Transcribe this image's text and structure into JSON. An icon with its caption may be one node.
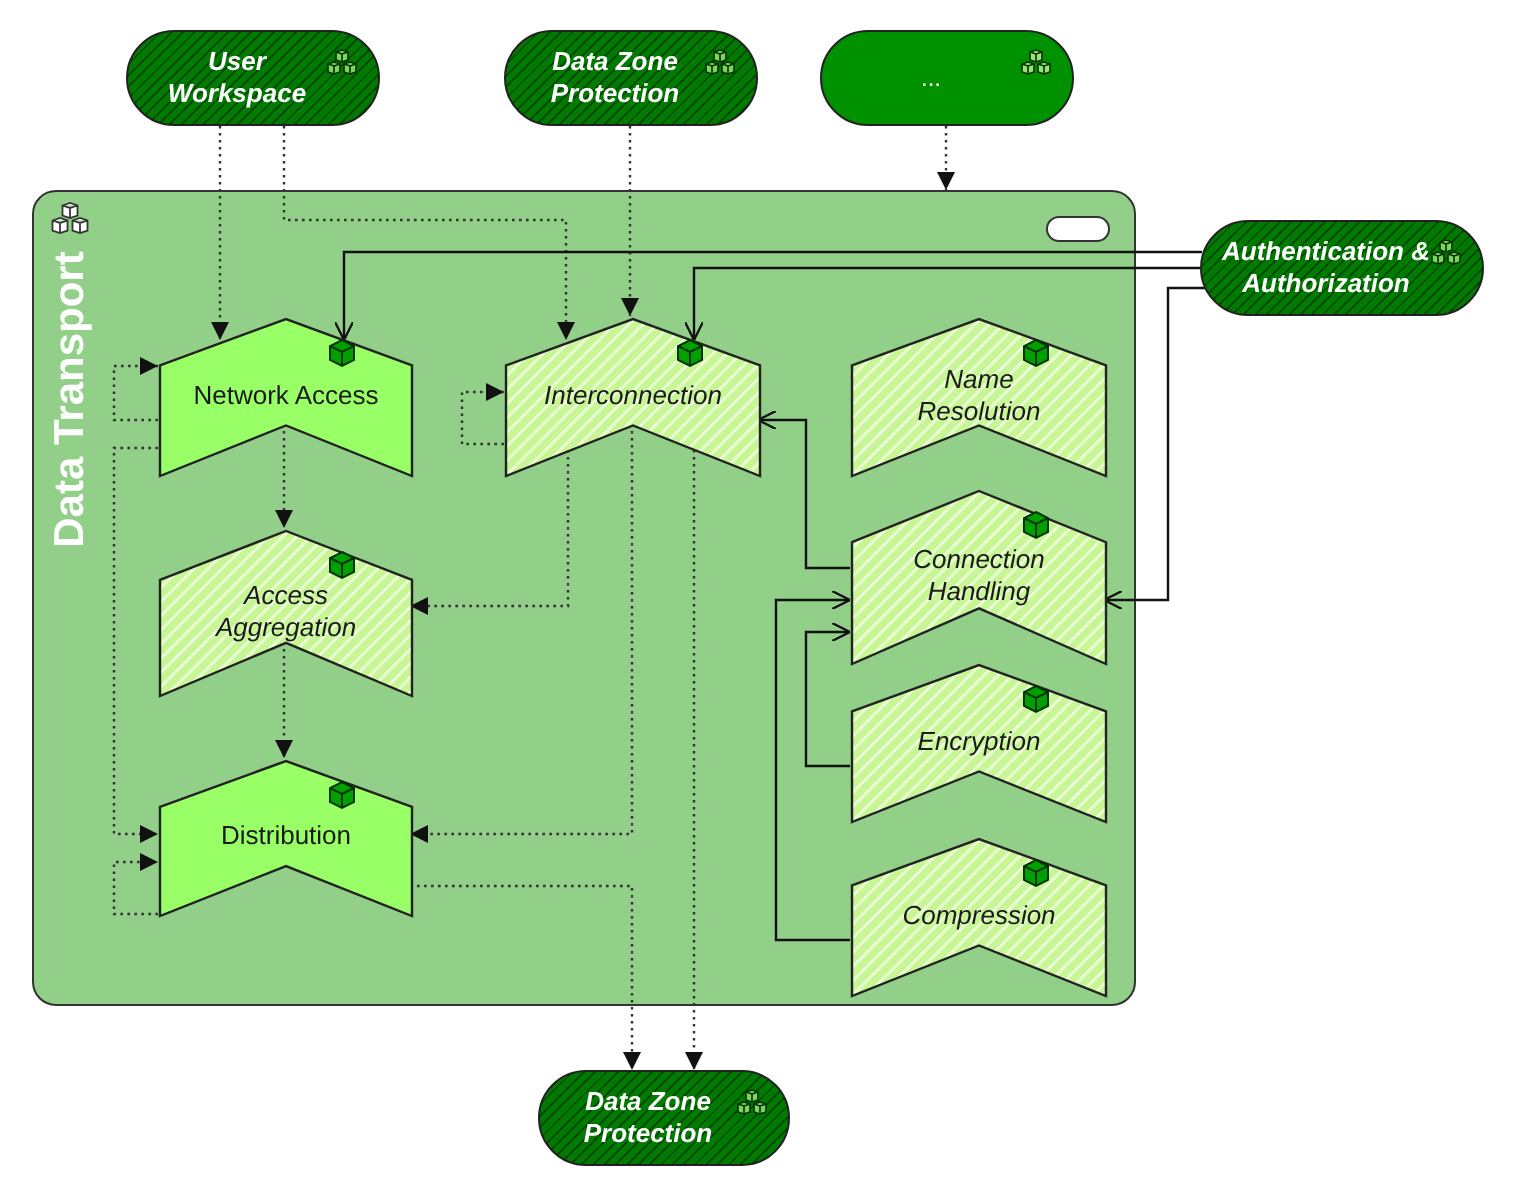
{
  "diagram": {
    "nodes": [
      {
        "text": [
          "User Workspace"
        ]
      },
      {
        "text": [
          "Data Zone Protection"
        ]
      },
      {
        "text": [
          "..."
        ]
      },
      {
        "text": [
          "Data Transport"
        ]
      },
      {
        "text": [
          "Authentication & Authorization"
        ]
      },
      {
        "text": [
          "Network Access"
        ],
        "in": 3
      },
      {
        "text": [
          "Interconnection"
        ],
        "in": 3
      },
      {
        "text": [
          "Name Resolution"
        ],
        "in": 3
      },
      {
        "text": [
          "Access Aggregation"
        ],
        "in": 3
      },
      {
        "text": [
          "Connection Handling"
        ],
        "in": 3
      },
      {
        "text": [
          "Encryption"
        ],
        "in": 3
      },
      {
        "text": [
          "Distribution"
        ],
        "in": 3
      },
      {
        "text": [
          "Compression"
        ],
        "in": 3
      },
      {
        "text": [
          "Data Zone Protection"
        ]
      }
    ],
    "edges": [
      {
        "from": 0,
        "to": 5,
        "arrow": "to",
        "style": "dashed"
      },
      {
        "from": 0,
        "to": 6,
        "arrow": "to",
        "style": "dashed"
      },
      {
        "from": 1,
        "to": 6,
        "arrow": "to",
        "style": "dashed"
      },
      {
        "from": 2,
        "to": 3,
        "arrow": "to",
        "style": "dashed"
      },
      {
        "from": 4,
        "to": 5,
        "arrow": "to"
      },
      {
        "from": 4,
        "to": 6,
        "arrow": "to"
      },
      {
        "from": 4,
        "to": 9,
        "arrow": "to"
      },
      {
        "from": 9,
        "to": 6,
        "arrow": "to"
      },
      {
        "from": 10,
        "to": 9,
        "arrow": "to"
      },
      {
        "from": 12,
        "to": 9,
        "arrow": "to"
      },
      {
        "from": 5,
        "to": 5,
        "arrow": "to",
        "style": "dashed"
      },
      {
        "from": 5,
        "to": 8,
        "arrow": "to",
        "style": "dashed"
      },
      {
        "from": 5,
        "to": 11,
        "arrow": "to",
        "style": "dashed"
      },
      {
        "from": 6,
        "to": 6,
        "arrow": "to",
        "style": "dashed"
      },
      {
        "from": 6,
        "to": 8,
        "arrow": "to",
        "style": "dashed"
      },
      {
        "from": 6,
        "to": 11,
        "arrow": "to",
        "style": "dashed"
      },
      {
        "from": 6,
        "to": 13,
        "arrow": "to",
        "style": "dashed"
      },
      {
        "from": 8,
        "to": 11,
        "arrow": "to",
        "style": "dashed"
      },
      {
        "from": 11,
        "to": 13,
        "arrow": "to",
        "style": "dashed"
      },
      {
        "from": 11,
        "to": 11,
        "arrow": "to",
        "style": "dashed"
      }
    ]
  }
}
